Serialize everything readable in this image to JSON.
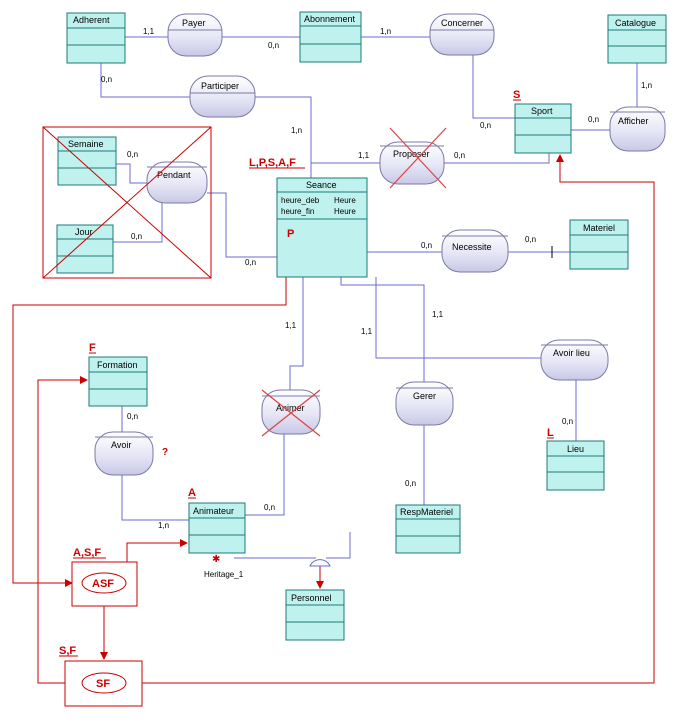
{
  "entities": {
    "adherent": "Adherent",
    "abonnement": "Abonnement",
    "catalogue": "Catalogue",
    "sport": "Sport",
    "semaine": "Semaine",
    "jour": "Jour",
    "seance": "Seance",
    "materiel": "Materiel",
    "formation": "Formation",
    "lieu": "Lieu",
    "animateur": "Animateur",
    "respmateriel": "RespMateriel",
    "personnel": "Personnel"
  },
  "seance_attrs": [
    {
      "name": "heure_deb",
      "type": "Heure"
    },
    {
      "name": "heure_fin",
      "type": "Heure"
    }
  ],
  "seance_key": "P",
  "associations": {
    "payer": "Payer",
    "concerner": "Concerner",
    "afficher": "Afficher",
    "participer": "Participer",
    "proposer": "Proposer",
    "pendant": "Pendant",
    "necessite": "Necessite",
    "avoir_lieu": "Avoir lieu",
    "animer": "Animer",
    "gerer": "Gerer",
    "avoir": "Avoir"
  },
  "cardinalities": {
    "adherent_payer": "1,1",
    "payer_abonnement": "0,n",
    "abonnement_concerner": "1,n",
    "concerner_sport": "0,n",
    "sport_afficher": "0,n",
    "afficher_catalogue": "1,n",
    "adherent_participer": "0,n",
    "participer_seance": "1,n",
    "seance_proposer": "1,1",
    "proposer_sport": "0,n",
    "semaine_pendant": "0,n",
    "jour_pendant": "0,n",
    "pendant_seance": "0,n",
    "seance_necessite": "0,n",
    "necessite_materiel": "0,n",
    "seance_animer": "1,1",
    "seance_gerer": "1,1",
    "seance_avoirlieu": "1,1",
    "avoirlieu_lieu": "0,n",
    "gerer_respmateriel": "0,n",
    "formation_avoir": "0,n",
    "avoir_animateur": "1,n",
    "animer_animateur": "0,n"
  },
  "annotations": {
    "sport": "S",
    "seance": "L,P,S,A,F",
    "formation": "F",
    "lieu": "L",
    "animateur": "A",
    "asf_label": "A,S,F",
    "sf_label": "S,F",
    "question": "?"
  },
  "group_nodes": {
    "asf": "ASF",
    "sf": "SF"
  },
  "heritage": "Heritage_1",
  "colors": {
    "entity_fill": "#bff2ee",
    "entity_stroke": "#1d7a74",
    "assoc_fill": "#dcdcf2",
    "assoc_stroke": "#7a7aa6",
    "link": "#5a5ad6",
    "annotation": "#cc0000"
  }
}
